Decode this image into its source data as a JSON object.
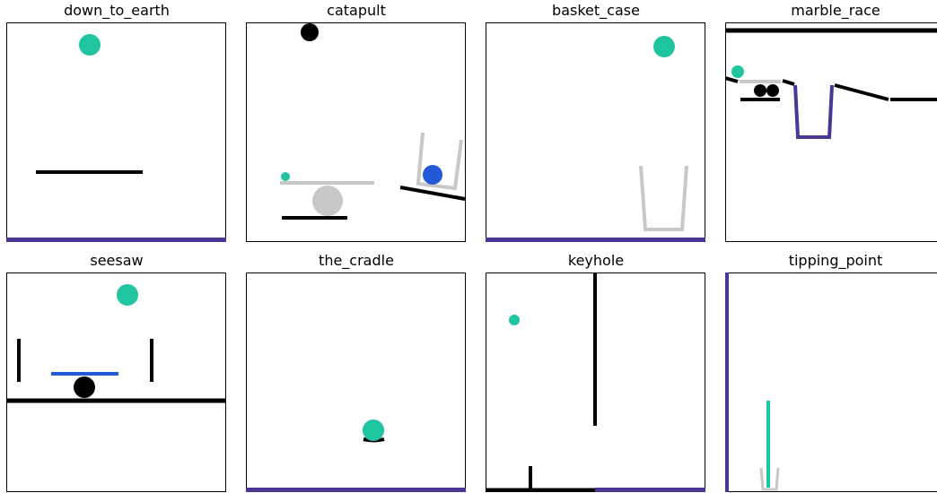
{
  "colors": {
    "green": "#20c5a0",
    "blue": "#2159d6",
    "purple": "#4b3696",
    "gray": "#c8c8c8",
    "black": "#000000"
  },
  "panels": [
    {
      "title": "down_to_earth",
      "contents": [
        "green ball",
        "black bar",
        "purple ground"
      ]
    },
    {
      "title": "catapult",
      "contents": [
        "black ball",
        "small green ball",
        "gray lever",
        "gray fulcrum ball",
        "black ledge",
        "tilted gray basket",
        "blue ball",
        "black ramp"
      ]
    },
    {
      "title": "basket_case",
      "contents": [
        "green ball",
        "gray basket",
        "purple ground"
      ]
    },
    {
      "title": "marble_race",
      "contents": [
        "black ceiling",
        "green ball",
        "gray ledge",
        "two black balls",
        "black shelf",
        "purple cup",
        "black ramps"
      ]
    },
    {
      "title": "seesaw",
      "contents": [
        "green ball",
        "black posts",
        "blue plank",
        "black pivot ball",
        "black floor"
      ]
    },
    {
      "title": "the_cradle",
      "contents": [
        "green ball",
        "black cradle",
        "purple ground"
      ]
    },
    {
      "title": "keyhole",
      "contents": [
        "green ball",
        "black wall",
        "black floor",
        "black stub"
      ]
    },
    {
      "title": "tipping_point",
      "contents": [
        "purple wall",
        "green stick",
        "gray cup"
      ]
    }
  ]
}
